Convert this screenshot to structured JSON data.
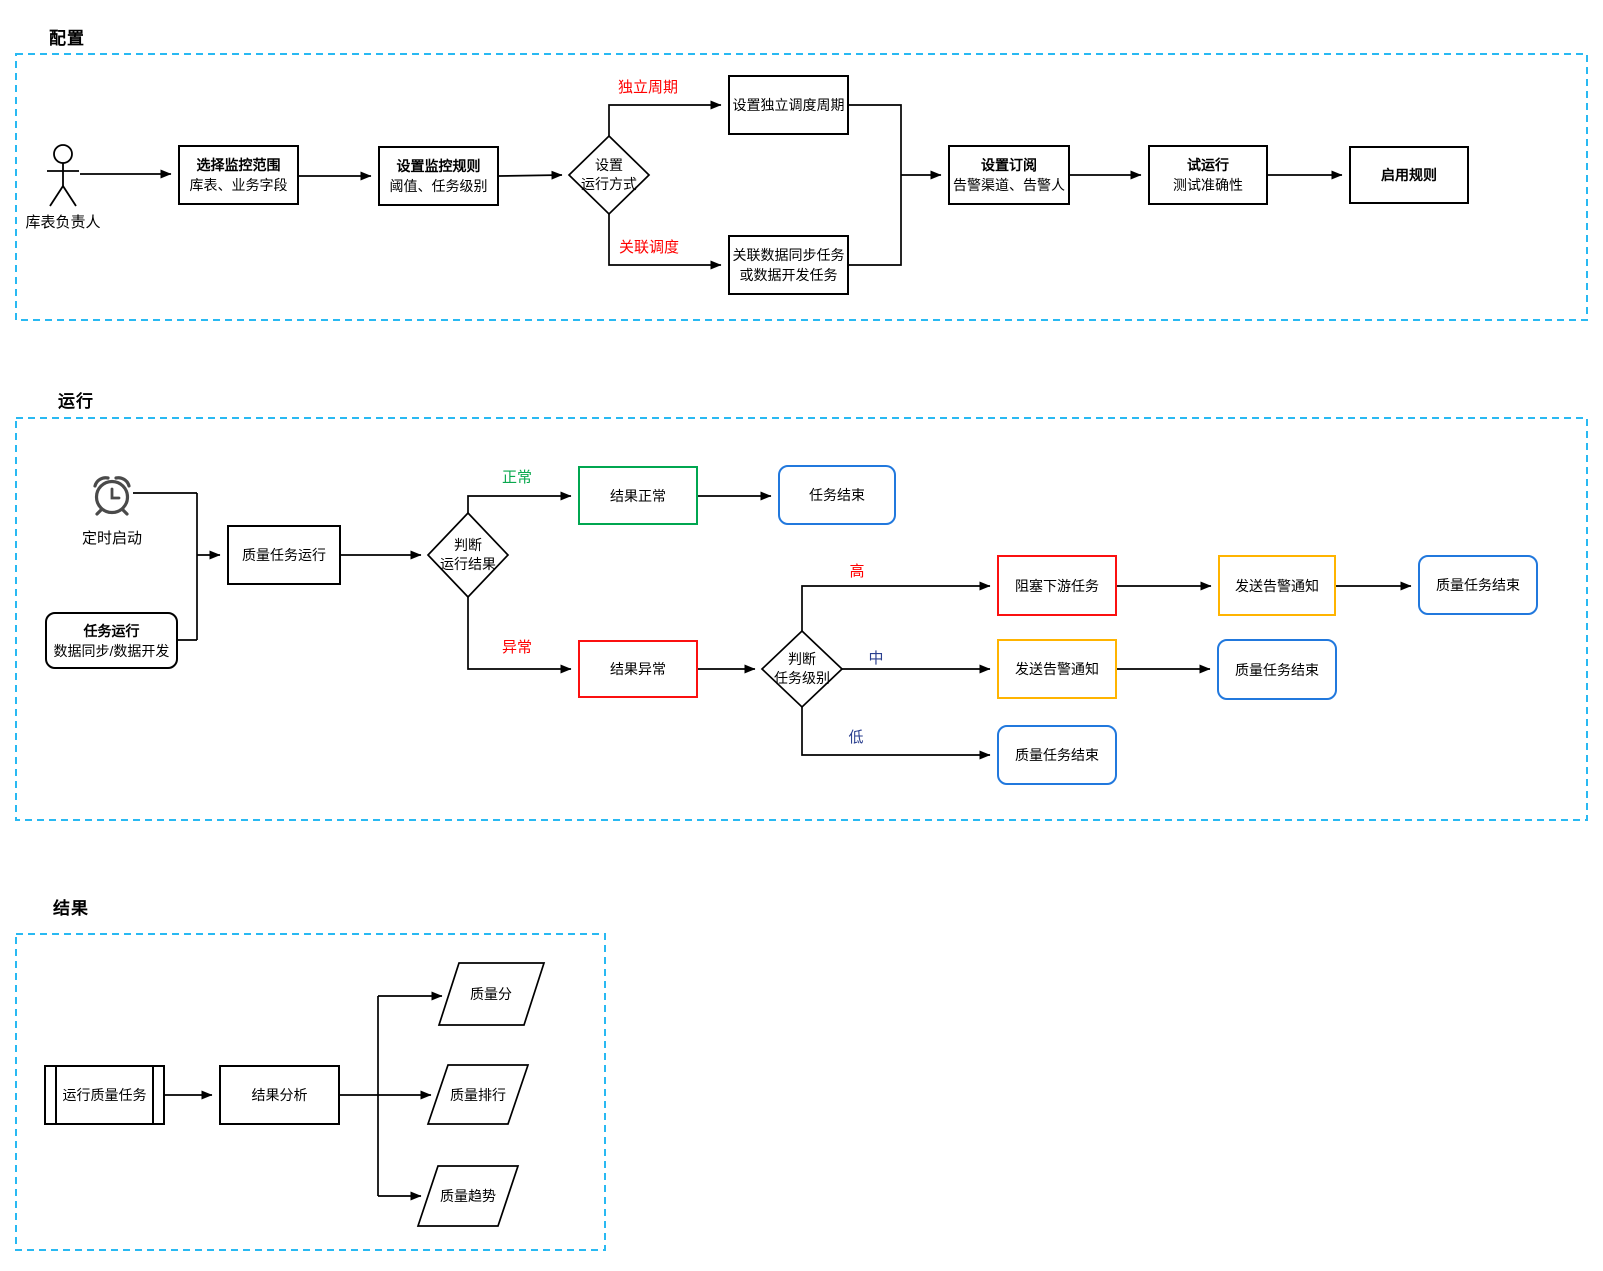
{
  "colors": {
    "section_border": "#29b9f2",
    "stroke": "#000000",
    "red": "#ff0000",
    "green": "#00a650",
    "yellow": "#ffb400",
    "blue": "#2178dd",
    "navy": "#2a3f8f",
    "icon_gray": "#4a4a4a"
  },
  "sections": {
    "config": {
      "title": "配置",
      "actor_label": "库表负责人",
      "nodes": {
        "select_scope": {
          "line1": "选择监控范围",
          "line2": "库表、业务字段"
        },
        "set_rules": {
          "line1": "设置监控规则",
          "line2": "阈值、任务级别"
        },
        "run_mode": {
          "line1": "设置",
          "line2": "运行方式"
        },
        "indep_cycle": {
          "line1": "设置独立调度周期"
        },
        "assoc_task": {
          "line1": "关联数据同步任务",
          "line2": "或数据开发任务"
        },
        "subscribe": {
          "line1": "设置订阅",
          "line2": "告警渠道、告警人"
        },
        "trial": {
          "line1": "试运行",
          "line2": "测试准确性"
        },
        "enable": {
          "line1": "启用规则"
        }
      },
      "labels": {
        "indep": "独立周期",
        "assoc": "关联调度"
      }
    },
    "run": {
      "title": "运行",
      "timer_label": "定时启动",
      "nodes": {
        "task_run": {
          "line1": "任务运行",
          "line2": "数据同步/数据开发"
        },
        "quality_run": {
          "line1": "质量任务运行"
        },
        "judge_result": {
          "line1": "判断",
          "line2": "运行结果"
        },
        "result_normal": {
          "line1": "结果正常"
        },
        "task_end": {
          "line1": "任务结束"
        },
        "result_abnormal": {
          "line1": "结果异常"
        },
        "judge_level": {
          "line1": "判断",
          "line2": "任务级别"
        },
        "block_downstream": {
          "line1": "阻塞下游任务"
        },
        "send_alert_high": {
          "line1": "发送告警通知"
        },
        "quality_end_high": {
          "line1": "质量任务结束"
        },
        "send_alert_mid": {
          "line1": "发送告警通知"
        },
        "quality_end_mid": {
          "line1": "质量任务结束"
        },
        "quality_end_low": {
          "line1": "质量任务结束"
        }
      },
      "labels": {
        "normal": "正常",
        "abnormal": "异常",
        "high": "高",
        "mid": "中",
        "low": "低"
      }
    },
    "result": {
      "title": "结果",
      "nodes": {
        "run_quality": {
          "line1": "运行质量任务"
        },
        "analysis": {
          "line1": "结果分析"
        },
        "score": {
          "line1": "质量分"
        },
        "rank": {
          "line1": "质量排行"
        },
        "trend": {
          "line1": "质量趋势"
        }
      }
    }
  }
}
